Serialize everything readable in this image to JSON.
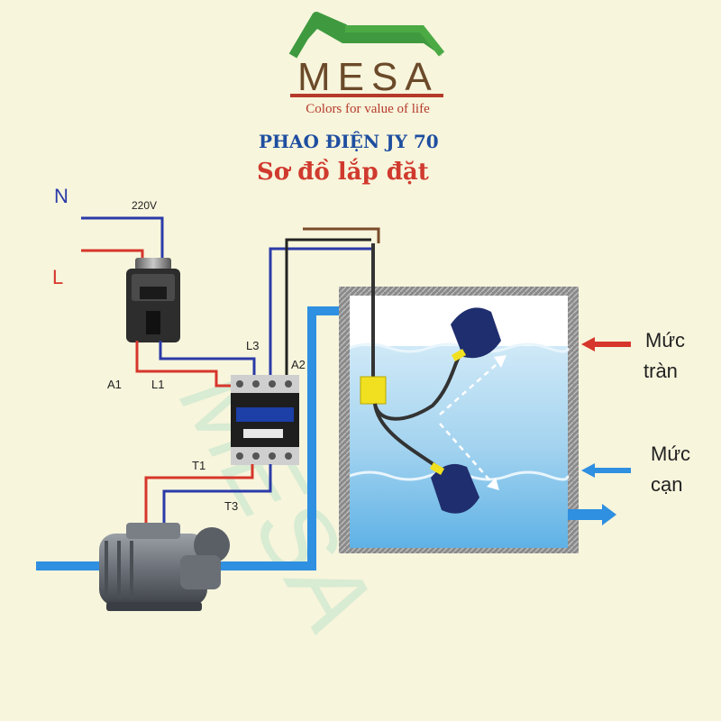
{
  "brand": {
    "name": "MESA",
    "tagline": "Colors for value of life",
    "watermark": "MESA"
  },
  "title": "PHAO ĐIỆN JY 70",
  "subtitle": "Sơ đồ lắp đặt",
  "wiring": {
    "neutral": "N",
    "live": "L",
    "voltage": "220V",
    "terminals": {
      "a1": "A1",
      "a2": "A2",
      "l1": "L1",
      "l3": "L3",
      "t1": "T1",
      "t3": "T3"
    }
  },
  "tank": {
    "overflow_level": [
      "Mức",
      "tràn"
    ],
    "low_level": [
      "Mức",
      "cạn"
    ]
  },
  "colors": {
    "background": "#f7f5dc",
    "brand_green": "#3f9a3f",
    "brand_brown": "#6b4a2a",
    "title_blue": "#1e4ea0",
    "subtitle_red": "#d03a2e",
    "wire_red": "#d6362b",
    "wire_blue": "#2b3aa8",
    "wire_brown": "#7a4a2a",
    "pipe_blue": "#2f8fe0",
    "water": "#a9d7f0"
  }
}
